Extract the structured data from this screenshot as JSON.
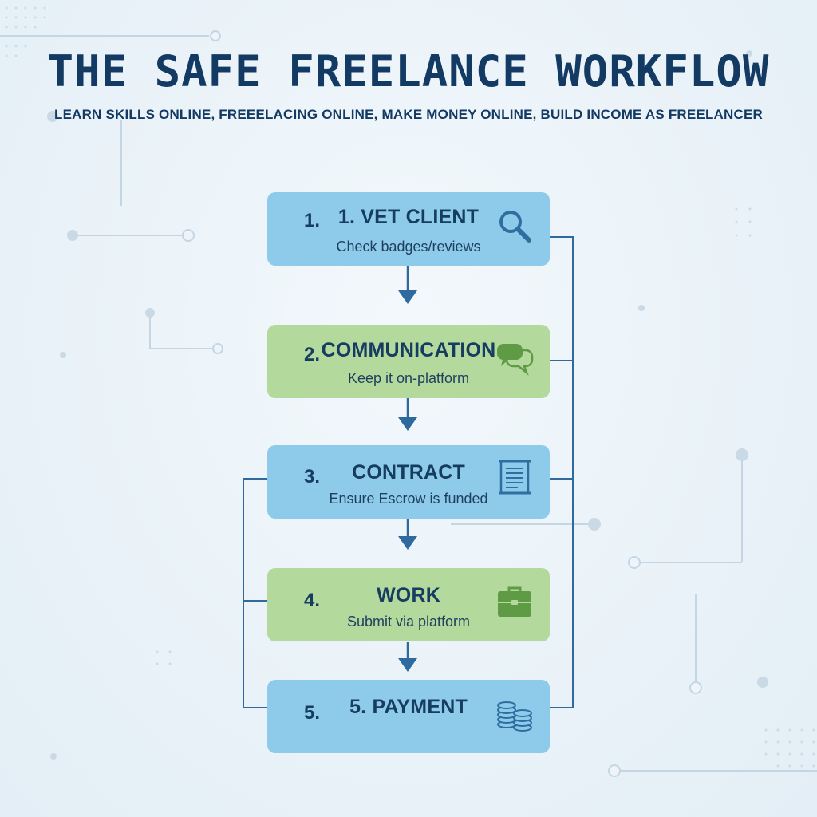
{
  "header": {
    "title": "THE SAFE FREELANCE WORKFLOW",
    "subtitle": "LEARN SKILLS ONLINE, FREEELACING ONLINE, MAKE MONEY ONLINE, BUILD INCOME AS FREELANCER"
  },
  "steps": [
    {
      "number": "1.",
      "title": "1. VET CLIENT",
      "desc": "Check badges/reviews",
      "icon": "magnifier-icon",
      "color": "#8ecbea"
    },
    {
      "number": "2.",
      "title": "COMMUNICATION",
      "desc": "Keep it on-platform",
      "icon": "chat-bubbles-icon",
      "color": "#b3d99c"
    },
    {
      "number": "3.",
      "title": "CONTRACT",
      "desc": "Ensure Escrow is funded",
      "icon": "scroll-document-icon",
      "color": "#8ecbea"
    },
    {
      "number": "4.",
      "title": "WORK",
      "desc": "Submit via platform",
      "icon": "briefcase-icon",
      "color": "#b3d99c"
    },
    {
      "number": "5.",
      "title": "5. PAYMENT",
      "desc": "",
      "icon": "coin-stack-icon",
      "color": "#8ecbea"
    }
  ],
  "colors": {
    "title": "#123a63",
    "connector": "#2e6a9e",
    "circuit": "#c4d6e4",
    "icon_blue": "#2f6fa0",
    "icon_green": "#5e9b44"
  }
}
